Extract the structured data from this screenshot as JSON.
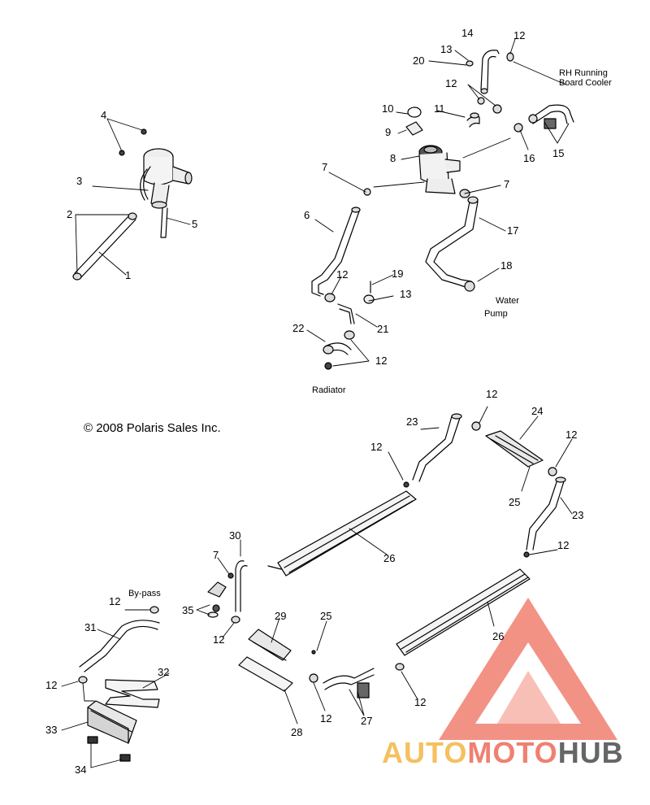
{
  "copyright": "© 2008 Polaris Sales Inc.",
  "captions": {
    "rh_running_board_cooler_1": "RH Running",
    "rh_running_board_cooler_2": "Board Cooler",
    "water_pump_1": "Water",
    "water_pump_2": "Pump",
    "radiator": "Radiator",
    "by_pass": "By-pass"
  },
  "callouts": [
    "1",
    "2",
    "3",
    "4",
    "5",
    "6",
    "7",
    "8",
    "9",
    "10",
    "11",
    "12",
    "13",
    "14",
    "15",
    "16",
    "17",
    "18",
    "19",
    "20",
    "21",
    "22",
    "23",
    "24",
    "25",
    "26",
    "27",
    "28",
    "29",
    "30",
    "31",
    "32",
    "33",
    "34",
    "35"
  ],
  "watermark": {
    "part1": "AUTO",
    "part2": "MOTO",
    "part3": "HUB",
    "color_primary": "#f08070",
    "color_secondary": "#f5c060",
    "color_tertiary": "#666666"
  }
}
